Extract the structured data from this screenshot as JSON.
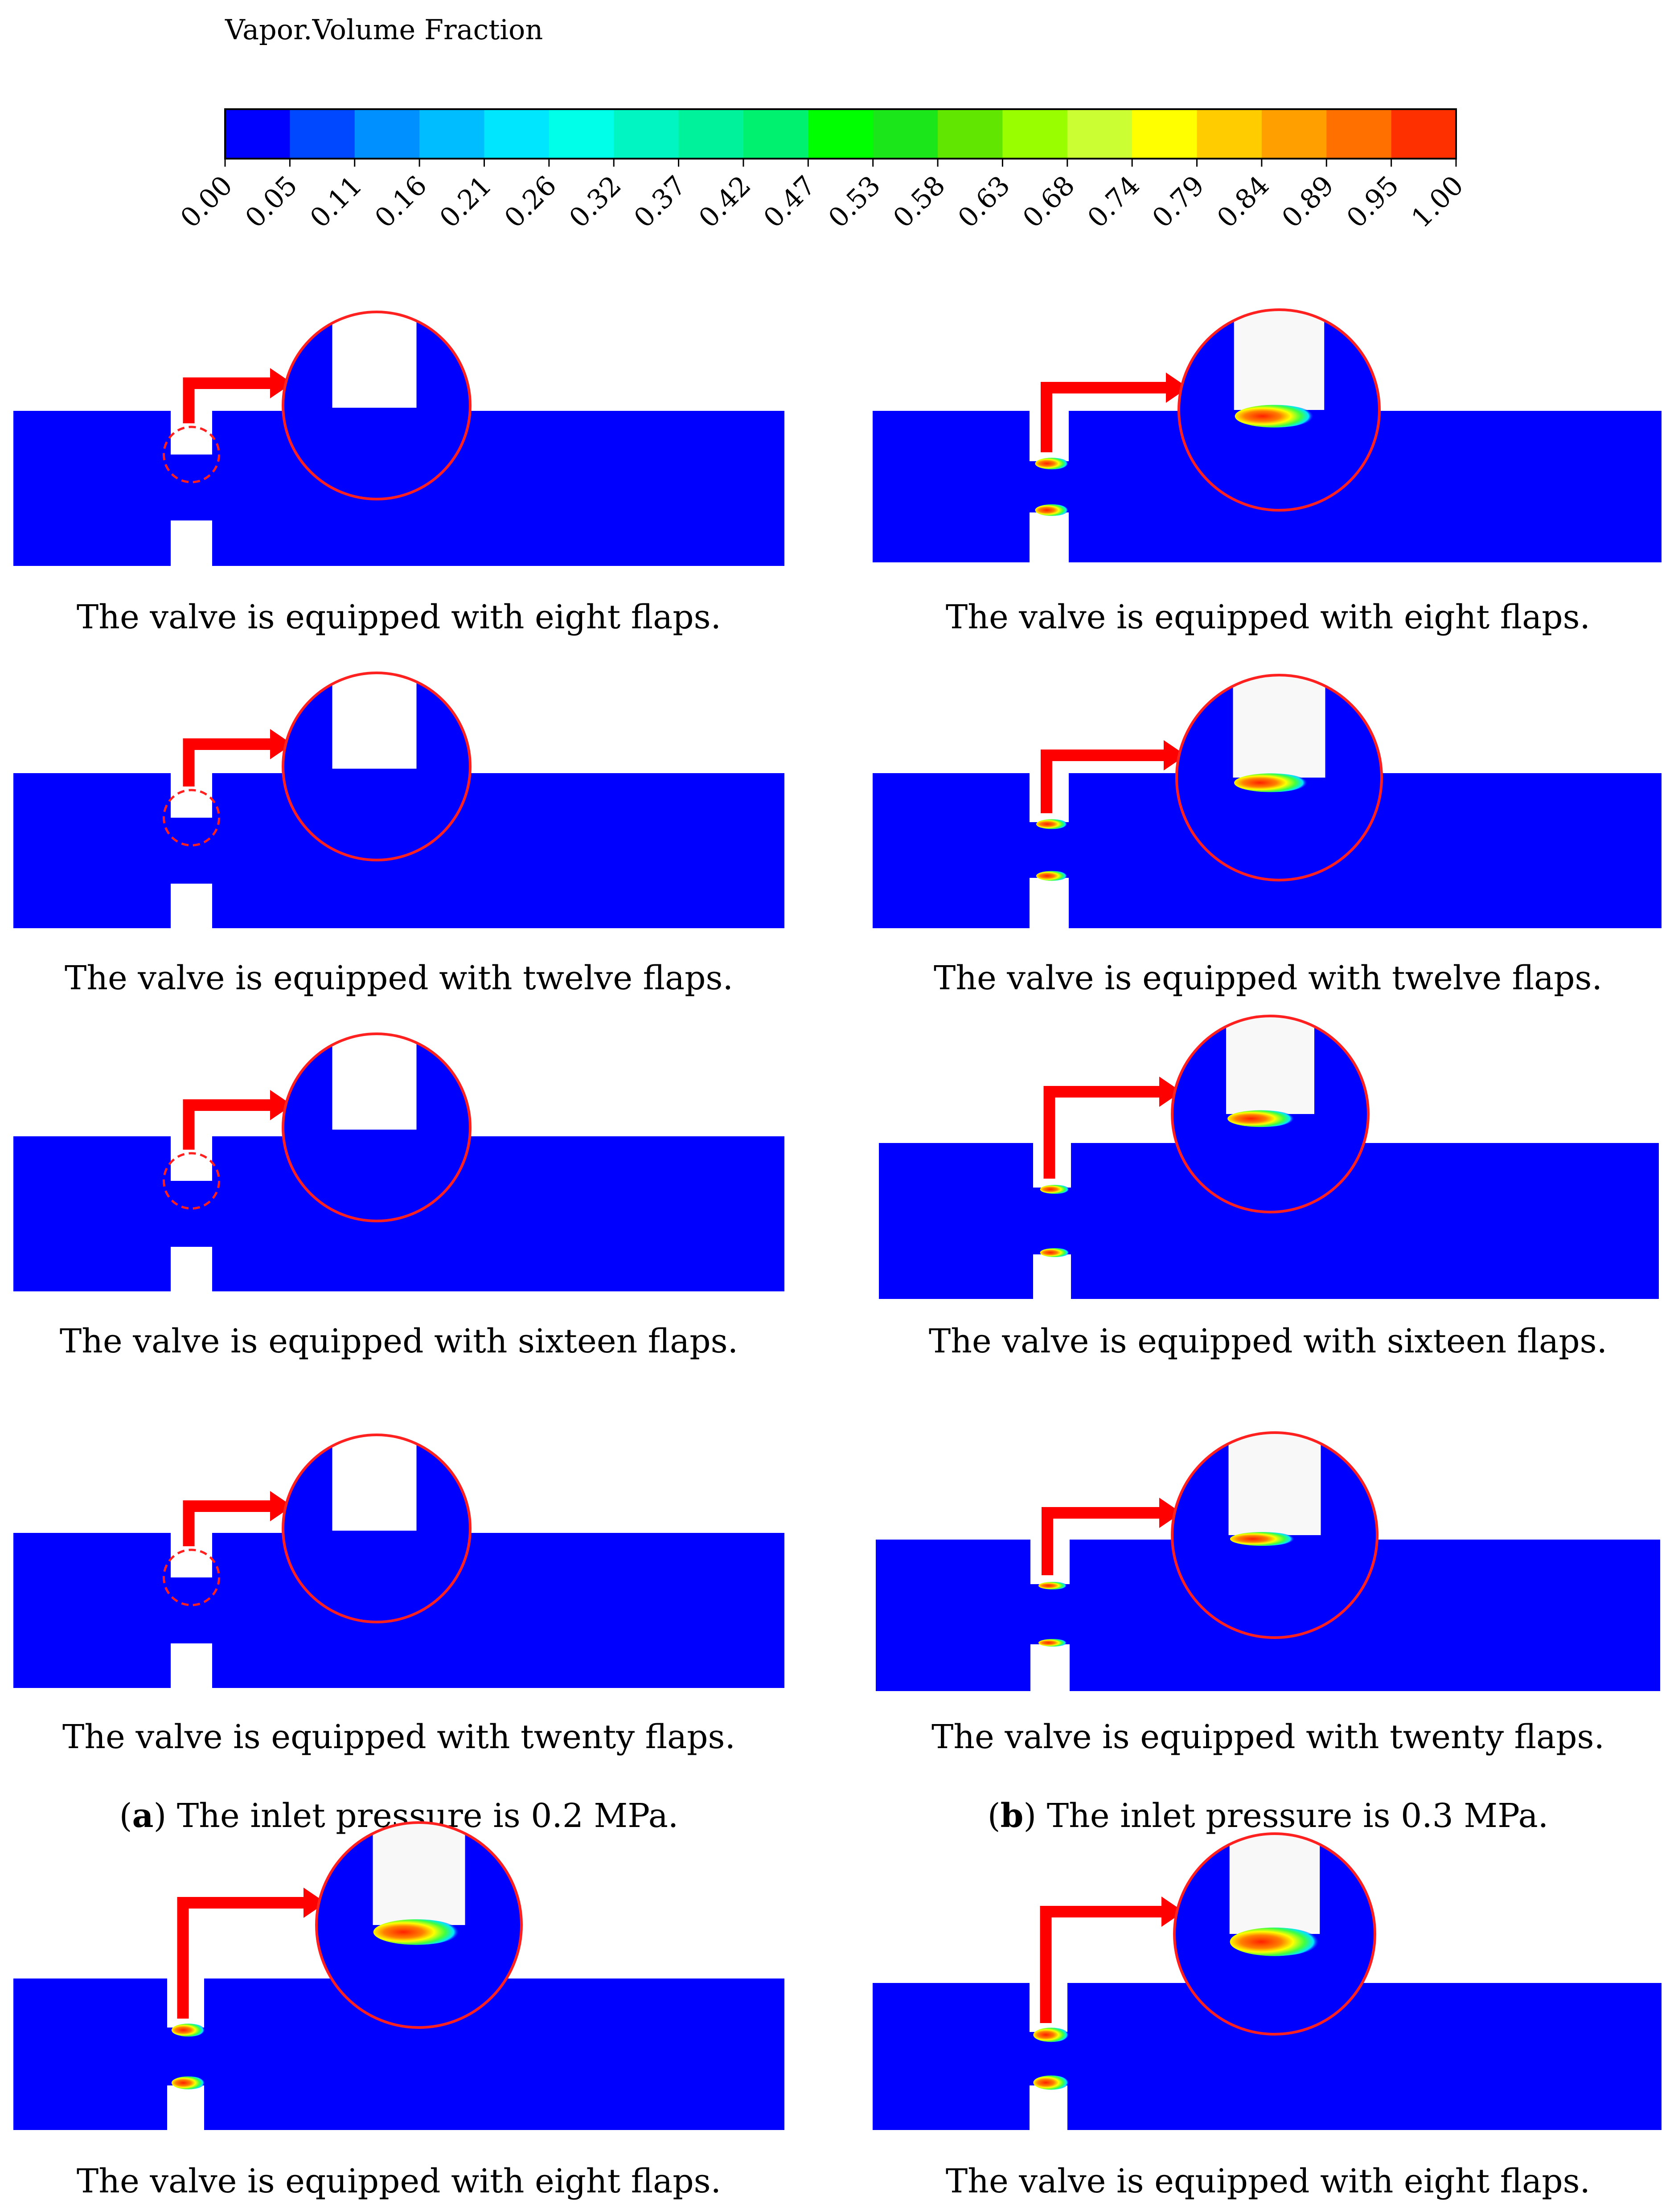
{
  "colorbar": {
    "title": "Vapor.Volume Fraction",
    "tick_labels": [
      "0.00",
      "0.05",
      "0.11",
      "0.16",
      "0.21",
      "0.26",
      "0.32",
      "0.37",
      "0.42",
      "0.47",
      "0.53",
      "0.58",
      "0.63",
      "0.68",
      "0.74",
      "0.79",
      "0.84",
      "0.89",
      "0.95",
      "1.00"
    ],
    "colors": [
      "#0000ff",
      "#0048ff",
      "#0090ff",
      "#00bdff",
      "#00e6ff",
      "#00ffe9",
      "#00f5c2",
      "#00f39a",
      "#00f070",
      "#00ff00",
      "#1ae61a",
      "#60e600",
      "#99ff00",
      "#ccff33",
      "#ffff00",
      "#ffcc00",
      "#ffa000",
      "#ff7000",
      "#ff3000"
    ]
  },
  "panels": {
    "a1": {
      "caption": "The valve is equipped with eight flaps.",
      "cav": 0
    },
    "a2": {
      "caption": "The valve is equipped with twelve flaps.",
      "cav": 0
    },
    "a3": {
      "caption": "The valve is equipped with sixteen flaps.",
      "cav": 0
    },
    "a4": {
      "caption": "The valve is equipped with twenty flaps.",
      "cav": 0
    },
    "b1": {
      "caption": "The valve is equipped with eight flaps.",
      "cav": 0.7
    },
    "b2": {
      "caption": "The valve is equipped with twelve flaps.",
      "cav": 0.5
    },
    "b3": {
      "caption": "The valve is equipped with sixteen flaps.",
      "cav": 0.4
    },
    "b4": {
      "caption": "The valve is equipped with twenty flaps.",
      "cav": 0.25
    },
    "c1": {
      "caption": "The valve is equipped with eight flaps.",
      "cav": 0.85
    },
    "c2": {
      "caption": "The valve is equipped with eight flaps.",
      "cav": 1.0
    }
  },
  "group_labels": {
    "a": {
      "letter": "a",
      "text": " The inlet pressure is 0.2 MPa."
    },
    "b": {
      "letter": "b",
      "text": " The inlet pressure is 0.3 MPa."
    }
  },
  "colors": {
    "fluid": "#0000ff",
    "valve": "#ffffff",
    "valve_zoom": "#f8f8f8",
    "arrow": "#ff0000",
    "zoom_ring": "#ff2020"
  }
}
